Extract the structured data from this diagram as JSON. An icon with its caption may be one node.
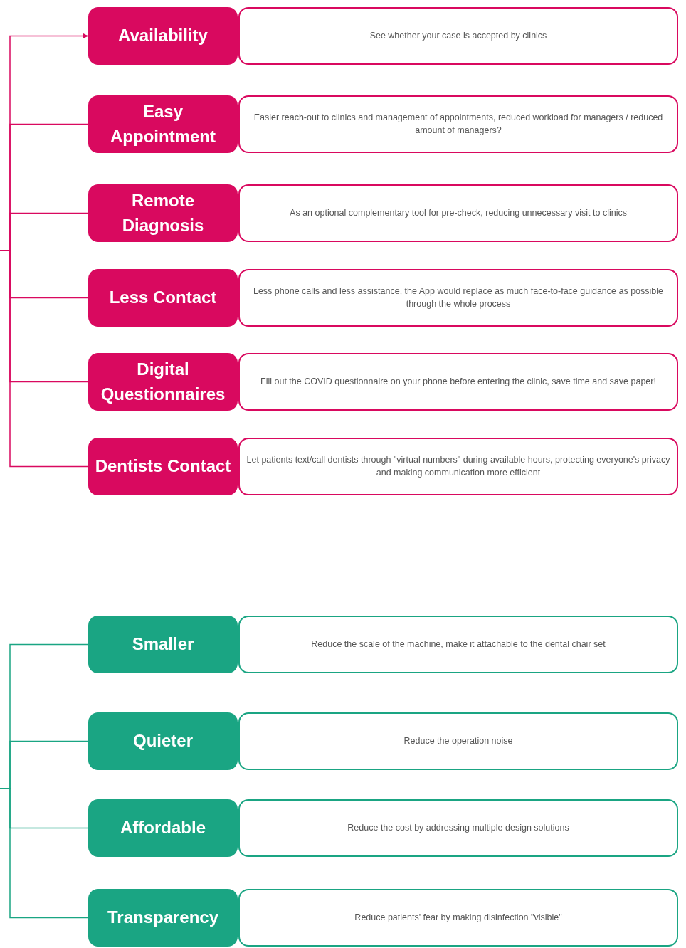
{
  "diagram": {
    "nodes": [
      {
        "text": [
          "Availability"
        ]
      },
      {
        "text": [
          "See whether your case is accepted by clinics"
        ]
      },
      {
        "text": [
          "Easy Appointment"
        ]
      },
      {
        "text": [
          "Easier reach-out to clinics and management of appointments, reduced workload for managers / reduced amount of managers?"
        ]
      },
      {
        "text": [
          "Remote Diagnosis"
        ]
      },
      {
        "text": [
          "As an optional complementary tool for pre-check, reducing unnecessary visit to clinics"
        ]
      },
      {
        "text": [
          "Less Contact"
        ]
      },
      {
        "text": [
          "Less phone calls and less assistance, the App would replace as much face-to-face guidance as possible through the whole process"
        ]
      },
      {
        "text": [
          "Digital Questionnaires"
        ]
      },
      {
        "text": [
          "Fill out the COVID questionnaire on your phone before entering the clinic, save time and save paper!"
        ]
      },
      {
        "text": [
          "Dentists Contact"
        ]
      },
      {
        "text": [
          "Let patients text/call dentists through \"virtual numbers\" during available hours, protecting everyone's privacy and making communication more efficient"
        ]
      },
      {
        "text": [
          "Smaller"
        ]
      },
      {
        "text": [
          "Reduce the scale of the machine, make it attachable to the dental chair set"
        ]
      },
      {
        "text": [
          "Quieter"
        ]
      },
      {
        "text": [
          "Reduce the operation noise"
        ]
      },
      {
        "text": [
          "Affordable"
        ]
      },
      {
        "text": [
          "Reduce the cost by addressing multiple design solutions"
        ]
      },
      {
        "text": [
          "Transparency"
        ]
      },
      {
        "text": [
          "Reduce patients' fear by making disinfection \"visible\""
        ]
      }
    ],
    "edges": [
      {
        "from": null,
        "to": 0,
        "arrow": "to"
      },
      {
        "from": null,
        "to": 2,
        "arrow": "none"
      },
      {
        "from": null,
        "to": 4,
        "arrow": "none"
      },
      {
        "from": null,
        "to": 6,
        "arrow": "none"
      },
      {
        "from": null,
        "to": 8,
        "arrow": "none"
      },
      {
        "from": null,
        "to": 10,
        "arrow": "none"
      },
      {
        "from": null,
        "to": 12,
        "arrow": "none",
        "color": "#1aa583"
      },
      {
        "from": null,
        "to": 14,
        "arrow": "none",
        "color": "#1aa583"
      },
      {
        "from": null,
        "to": 16,
        "arrow": "none",
        "color": "#1aa583"
      },
      {
        "from": null,
        "to": 18,
        "arrow": "none",
        "color": "#1aa583"
      }
    ]
  }
}
